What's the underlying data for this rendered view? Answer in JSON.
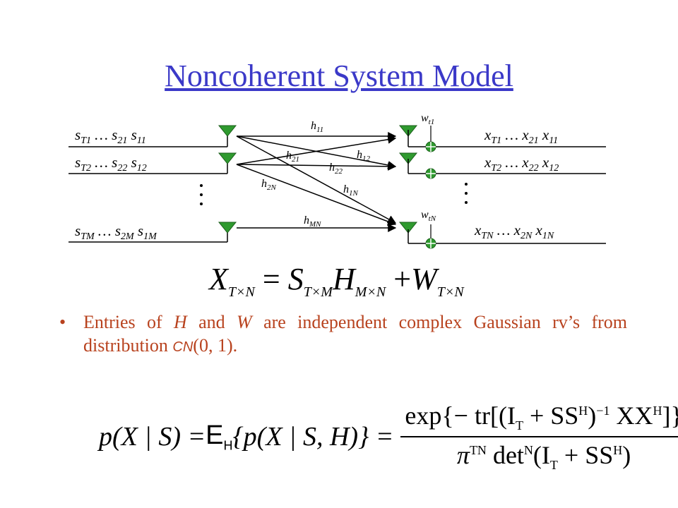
{
  "title": "Noncoherent System Model",
  "inputs": [
    {
      "s": "s",
      "sub1": "T1",
      "mid": " … s",
      "sub2": "21",
      "end": " s",
      "sub3": "11"
    },
    {
      "s": "s",
      "sub1": "T2",
      "mid": " … s",
      "sub2": "22",
      "end": " s",
      "sub3": "12"
    },
    {
      "s": "s",
      "sub1": "TM",
      "mid": " … s",
      "sub2": "2M",
      "end": " s",
      "sub3": "1M"
    }
  ],
  "outputs": [
    {
      "s": "x",
      "sub1": "T1",
      "mid": " … x",
      "sub2": "21",
      "end": " x",
      "sub3": "11"
    },
    {
      "s": "x",
      "sub1": "T2",
      "mid": " … x",
      "sub2": "22",
      "end": " x",
      "sub3": "12"
    },
    {
      "s": "x",
      "sub1": "TN",
      "mid": " … x",
      "sub2": "2N",
      "end": " x",
      "sub3": "1N"
    }
  ],
  "channel_labels": {
    "h11": {
      "h": "h",
      "sub": "11"
    },
    "h21": {
      "h": "h",
      "sub": "21"
    },
    "h12": {
      "h": "h",
      "sub": "12"
    },
    "h22": {
      "h": "h",
      "sub": "22"
    },
    "h2N": {
      "h": "h",
      "sub": "2N"
    },
    "h1N": {
      "h": "h",
      "sub": "1N"
    },
    "hMN": {
      "h": "h",
      "sub": "MN"
    }
  },
  "noise_labels": {
    "wt1": {
      "w": "w",
      "sub": "t1"
    },
    "wtN": {
      "w": "w",
      "sub": "tN"
    }
  },
  "equation1": {
    "X": "X",
    "X_sub": "T×N",
    "eq": " = ",
    "S": "S",
    "S_sub": "T×M",
    "H": "H",
    "H_sub": "M×N",
    "plus": " +",
    "W": "W",
    "W_sub": "T×N"
  },
  "bullet": {
    "marker": "•",
    "p1": "Entries of ",
    "H": "H",
    "p2": " and ",
    "W": "W",
    "p3": " are independent complex Gaussian rv’s from distribution ",
    "CN": "CN",
    "p4": "(0, 1)."
  },
  "equation2": {
    "lhs": "p(X | S) = ",
    "E": "E",
    "E_sub": "H",
    "mid": "{p(X | S, H)} = ",
    "num": "exp{− tr[(I",
    "num_Tsub": "T",
    "num_b": " + SS",
    "num_Hsup": "H",
    "num_c": ")",
    "num_inv": "−1",
    "num_d": " XX",
    "num_Hsup2": "H",
    "num_e": "]}",
    "den_pi": "π",
    "den_TN": "TN",
    "den_det": " det",
    "den_N": "N",
    "den_b": "(I",
    "den_Tsub": "T",
    "den_c": " + SS",
    "den_Hsup": "H",
    "den_d": ")"
  },
  "colors": {
    "title": "#3b39c8",
    "antenna": "#2f9a2f",
    "adder": "#2f9a2f",
    "bullet_text": "#b8421e"
  }
}
